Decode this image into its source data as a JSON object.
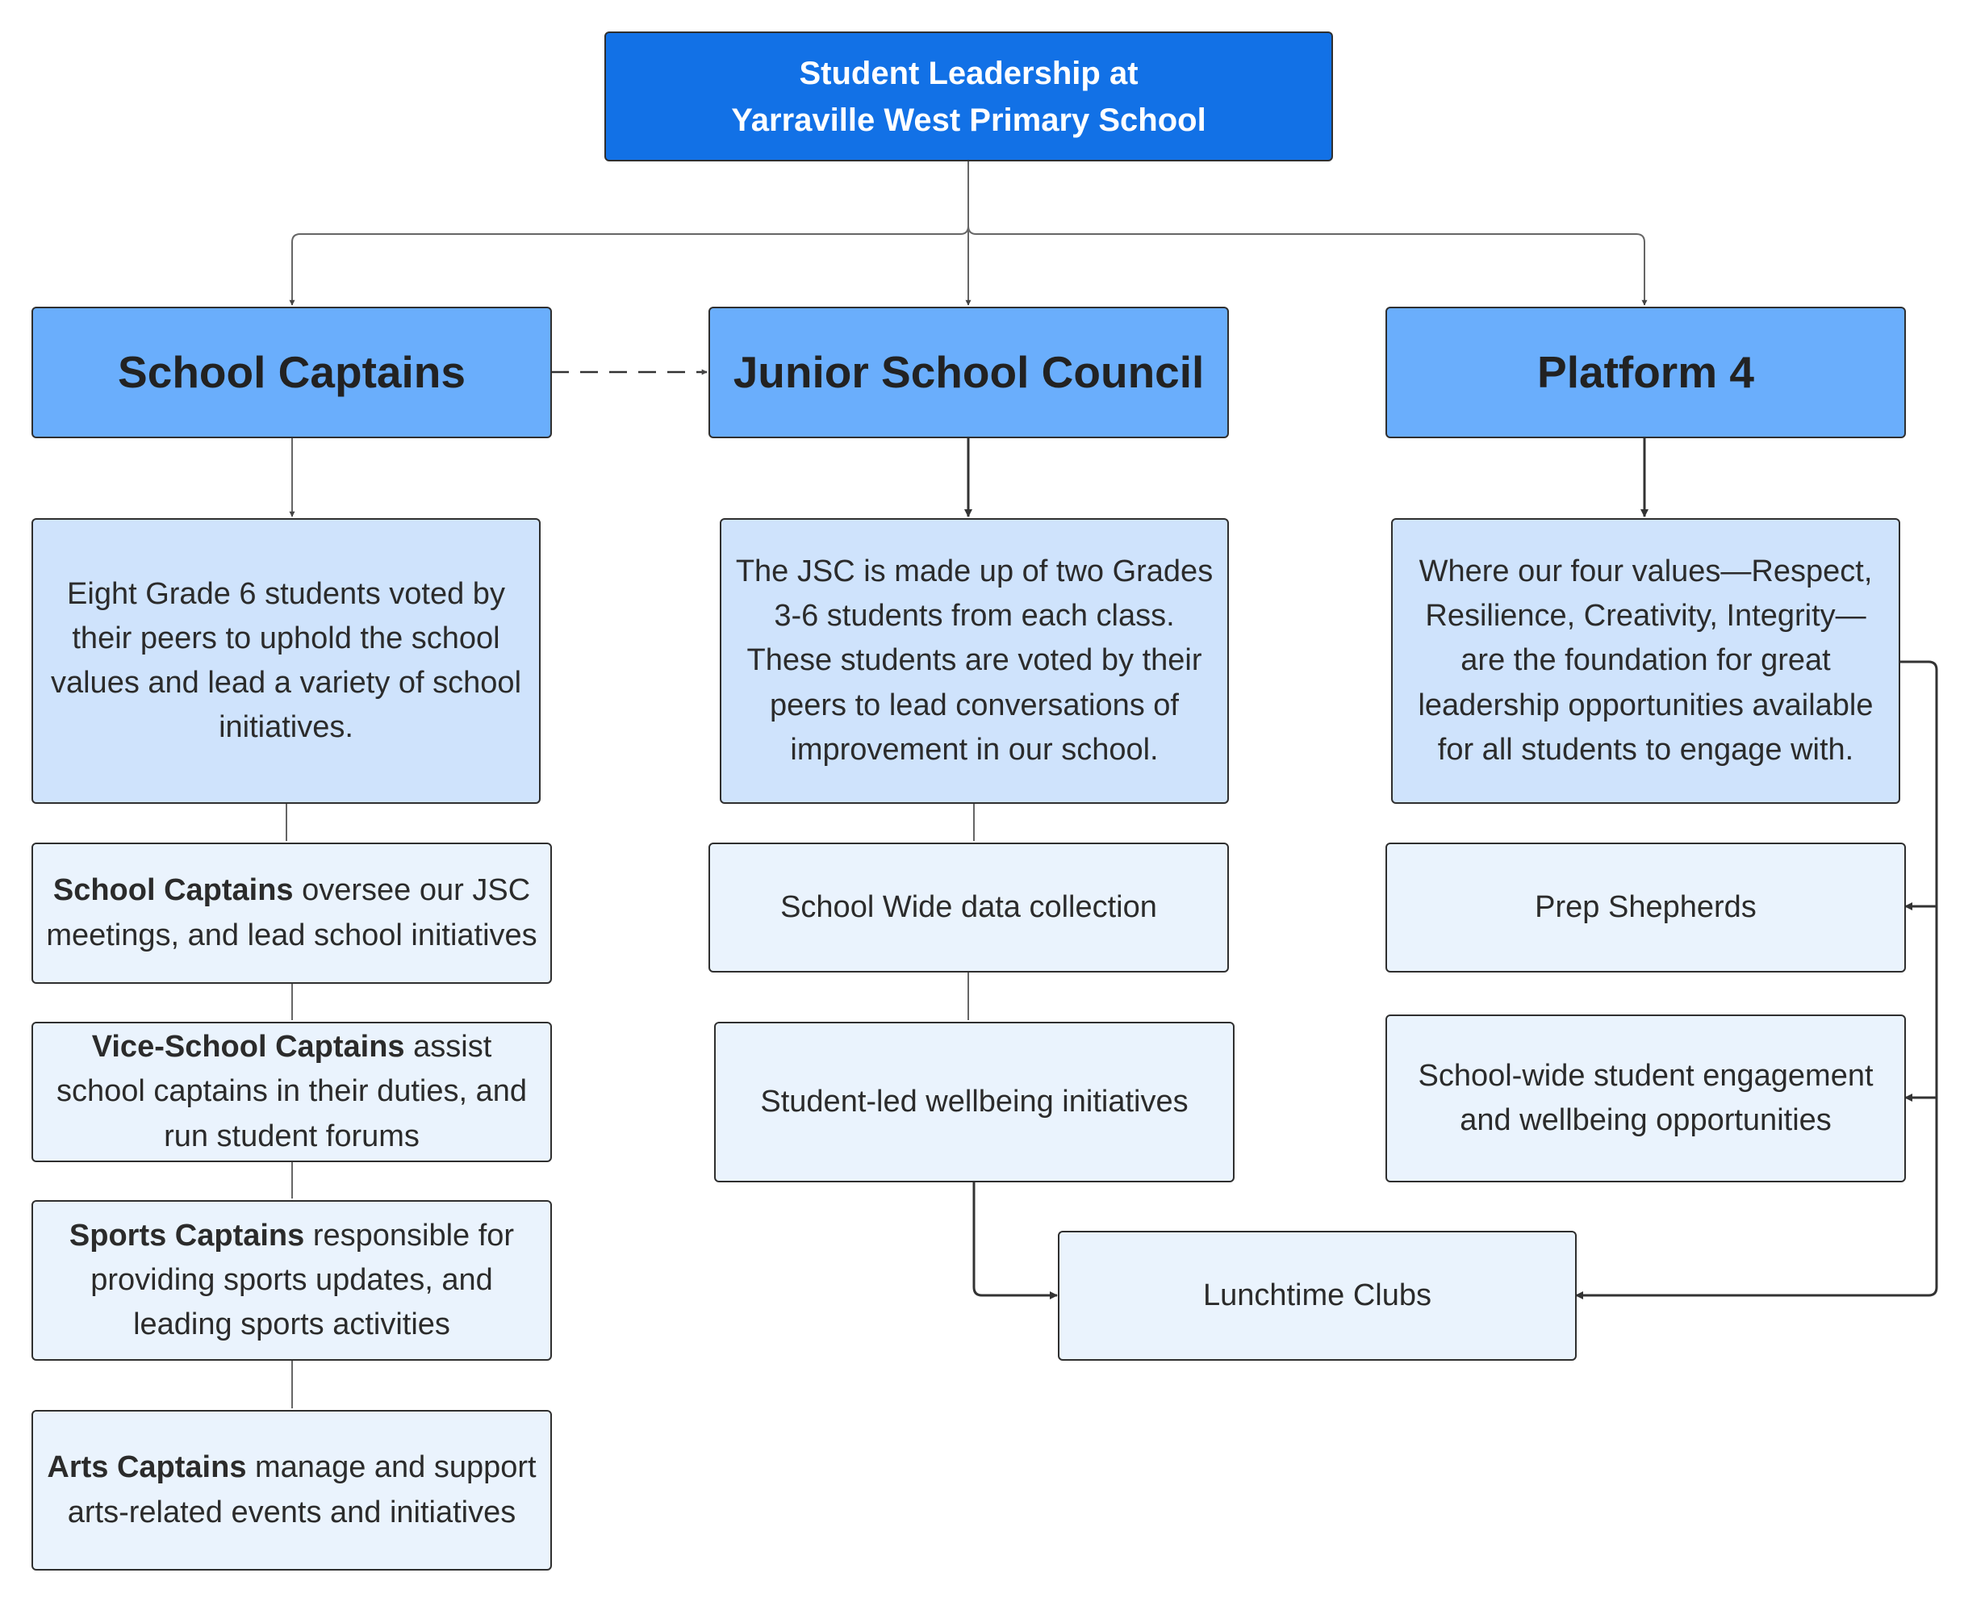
{
  "root": {
    "line1": "Student Leadership at",
    "line2": "Yarraville West Primary School"
  },
  "columns": {
    "captains": {
      "title": "School Captains",
      "description": "Eight Grade 6 students voted by their peers to uphold the school values and lead a variety of school initiatives.",
      "roles": [
        {
          "name": "School Captains",
          "text": " oversee our JSC meetings, and lead school initiatives"
        },
        {
          "name": "Vice-School Captains",
          "text": " assist school captains in their duties, and run student forums"
        },
        {
          "name": "Sports Captains",
          "text": " responsible for providing sports updates, and leading sports activities"
        },
        {
          "name": "Arts Captains",
          "text": " manage and support arts-related events and initiatives"
        }
      ]
    },
    "jsc": {
      "title": "Junior School Council",
      "description": "The JSC is made up of two Grades 3-6 students from each class. These students are voted by their peers to lead conversations of improvement in our school.",
      "items": [
        "School Wide data collection",
        "Student-led wellbeing initiatives"
      ]
    },
    "platform": {
      "title": "Platform 4",
      "description": "Where our four values—Respect, Resilience, Creativity, Integrity—are the foundation for great leadership opportunities available for all students to engage with.",
      "items": [
        "Prep Shepherds",
        "School-wide student engagement and wellbeing opportunities"
      ]
    }
  },
  "shared": {
    "lunchtime_clubs": "Lunchtime Clubs"
  },
  "colors": {
    "root_fill": "#1271e6",
    "header_fill": "#6aaefc",
    "description_fill": "#cfe3fc",
    "item_fill": "#eaf3fd",
    "border": "#2f2f2f",
    "connector": "#555555"
  }
}
